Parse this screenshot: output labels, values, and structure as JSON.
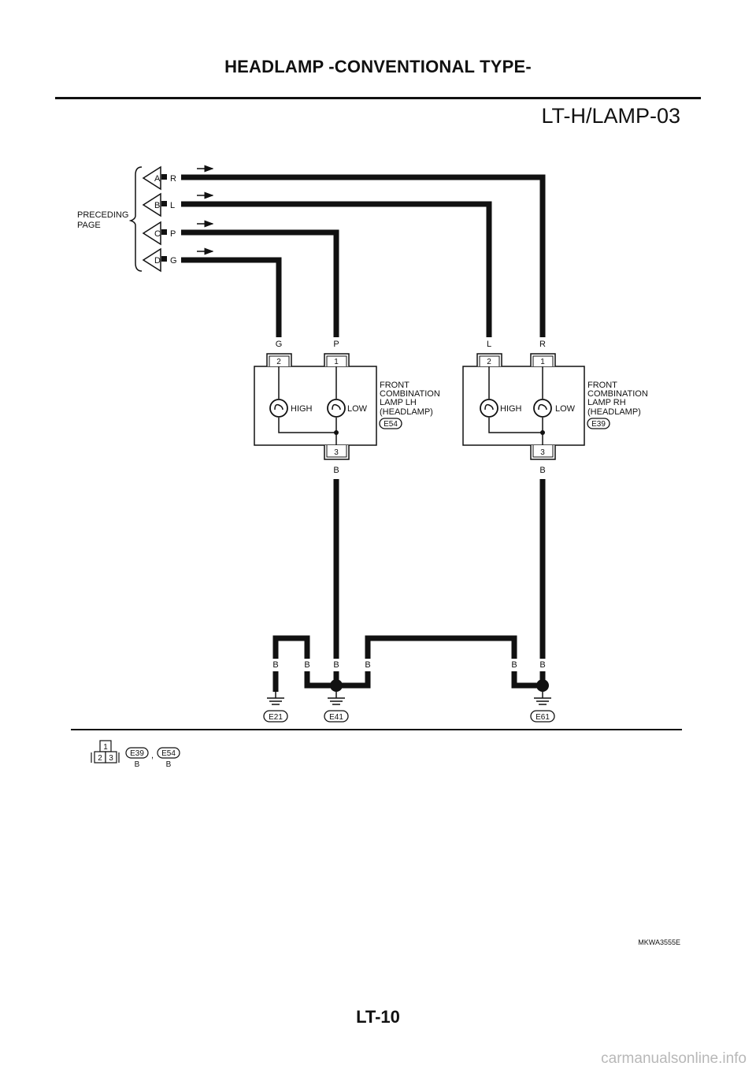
{
  "header": {
    "title": "HEADLAMP -CONVENTIONAL TYPE-",
    "diagram_code": "LT-H/LAMP-03"
  },
  "connector_block": {
    "caption_line1": "PRECEDING",
    "caption_line2": "PAGE",
    "pins": [
      {
        "letter": "A",
        "color": "R"
      },
      {
        "letter": "B",
        "color": "L"
      },
      {
        "letter": "C",
        "color": "P"
      },
      {
        "letter": "D",
        "color": "G"
      }
    ]
  },
  "lamp_lh": {
    "wire_high": "G",
    "wire_low": "P",
    "pin_high": "2",
    "pin_low": "1",
    "high_label": "HIGH",
    "low_label": "LOW",
    "pin_ground": "3",
    "wire_ground": "B",
    "name_line1": "FRONT",
    "name_line2": "COMBINATION",
    "name_line3": "LAMP LH",
    "name_line4": "(HEADLAMP)",
    "connector": "E54"
  },
  "lamp_rh": {
    "wire_high": "L",
    "wire_low": "R",
    "pin_high": "2",
    "pin_low": "1",
    "high_label": "HIGH",
    "low_label": "LOW",
    "pin_ground": "3",
    "wire_ground": "B",
    "name_line1": "FRONT",
    "name_line2": "COMBINATION",
    "name_line3": "LAMP RH",
    "name_line4": "(HEADLAMP)",
    "connector": "E39"
  },
  "grounds": {
    "wire_labels": [
      "B",
      "B",
      "B",
      "B",
      "B",
      "B"
    ],
    "points": [
      "E21",
      "E41",
      "E61"
    ]
  },
  "connector_legend": {
    "cell_top": "1",
    "cell_bottom_left": "2",
    "cell_bottom_right": "3",
    "conn1": "E39",
    "conn1_color": "B",
    "separator": ",",
    "conn2": "E54",
    "conn2_color": "B"
  },
  "footer": {
    "ref_code": "MKWA3555E",
    "page_number": "LT-10",
    "watermark": "carmanualsonline.info"
  }
}
